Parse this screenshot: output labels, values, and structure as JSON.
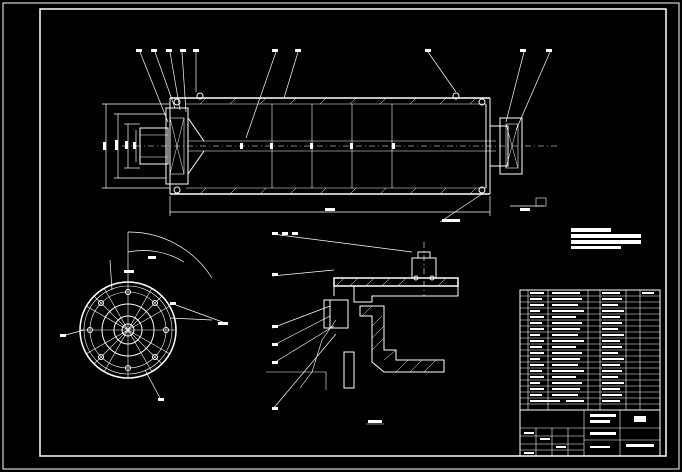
{
  "drawing": {
    "background": "#000000",
    "line_color": "#ffffff",
    "accent_color": "#ffff00",
    "views": [
      "front-section-view",
      "end-view",
      "detail-view"
    ],
    "title_block": {
      "rows": 22,
      "columns": 6
    },
    "technical_notes": {
      "lines": 3
    }
  }
}
